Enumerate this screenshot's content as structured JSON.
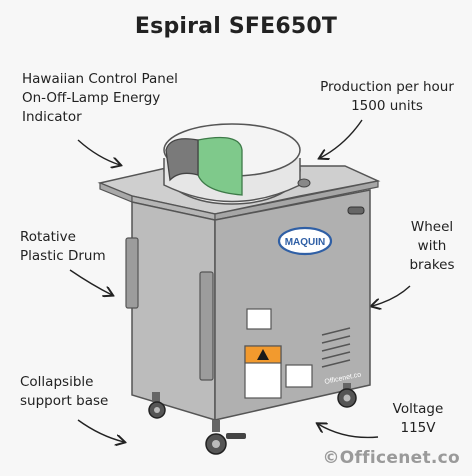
{
  "title": "Espiral SFE650T",
  "labels": {
    "control_panel": "Hawaiian Control Panel\nOn-Off-Lamp Energy\nIndicator",
    "production": "Production per hour\n1500 units",
    "drum": "Rotative\nPlastic Drum",
    "wheel": "Wheel\nwith\nbrakes",
    "base": "Collapsible\nsupport base",
    "voltage": "Voltage\n115V"
  },
  "machine": {
    "brand": "MAQUIN",
    "side_mark": "Officenet.co"
  },
  "watermark": "©Officenet.co",
  "colors": {
    "body": "#b7b7b7",
    "drum_green": "#7fc98b",
    "warning_orange": "#f29a2e",
    "brand_blue": "#2f5fa5"
  }
}
